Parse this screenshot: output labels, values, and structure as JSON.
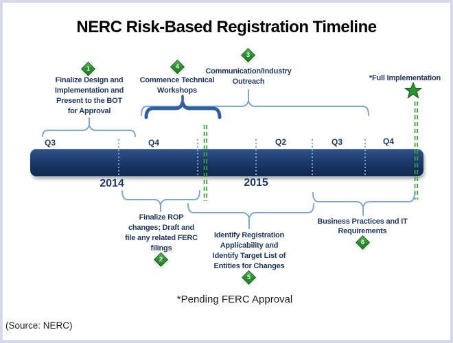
{
  "title": "NERC Risk-Based Registration Timeline",
  "footnote": "*Pending FERC Approval",
  "source": "(Source: NERC)",
  "colors": {
    "navy_text": "#1F3864",
    "bar_fill": "#1B3769",
    "green_marker": "#2E9132",
    "brace_light_blue": "#7BA7D7",
    "brace_dark_blue": "#2F5F9E",
    "separator_blue": "#6FA8DC",
    "dashed_green": "#3AA23A",
    "frame_border": "#D4DAEA"
  },
  "timeline": {
    "quarters": [
      "Q3",
      "Q4",
      "Q2",
      "Q3",
      "Q4"
    ],
    "years": [
      "2014",
      "2015"
    ]
  },
  "milestones": {
    "m1": {
      "num": "1",
      "lines": [
        "Finalize Design and",
        "Implementation and",
        "Present to the BOT",
        "for Approval"
      ]
    },
    "m2": {
      "num": "2",
      "lines": [
        "Finalize ROP",
        "changes; Draft and",
        "file any related FERC",
        "filings"
      ]
    },
    "m3": {
      "num": "3",
      "lines": [
        "Communication/Industry",
        "Outreach"
      ]
    },
    "m4": {
      "num": "4",
      "lines": [
        "Commence Technical",
        "Workshops"
      ]
    },
    "m5": {
      "num": "5",
      "lines": [
        "Identify Registration",
        "Applicability and",
        "Identify Target List of",
        "Entities for Changes"
      ]
    },
    "m6": {
      "num": "6",
      "lines": [
        "Business Practices and IT",
        "Requirements"
      ]
    },
    "full": {
      "label": "*Full Implementation",
      "icon": "star"
    }
  }
}
